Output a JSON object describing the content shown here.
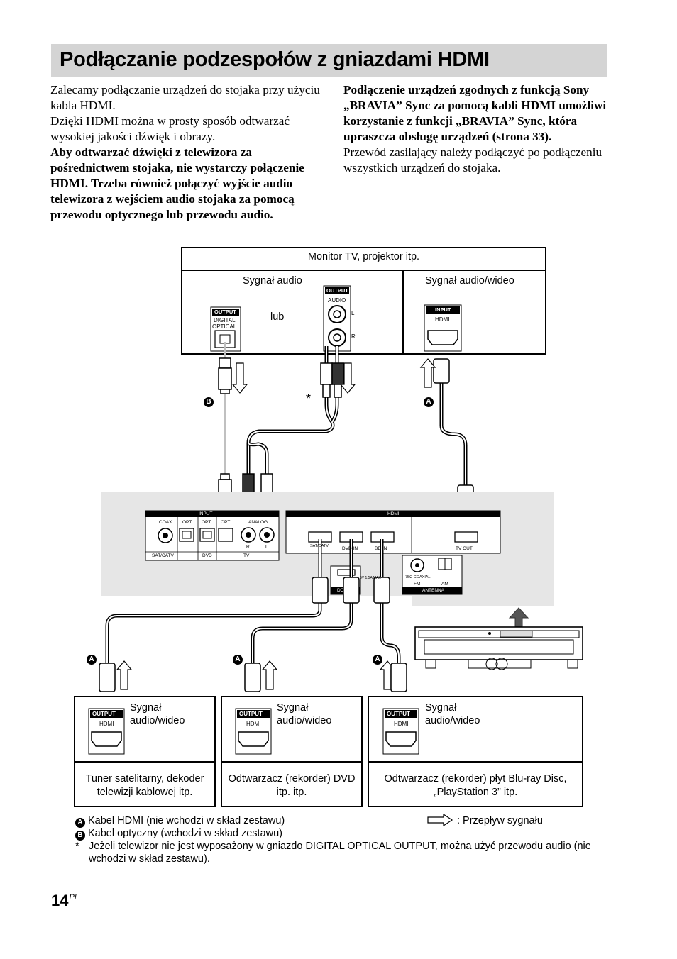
{
  "title": "Podłączanie podzespołów z gniazdami HDMI",
  "intro_left": {
    "p1": "Zalecamy podłączanie urządzeń do stojaka przy użyciu kabla HDMI.",
    "p2": "Dzięki HDMI można w prosty sposób odtwarzać wysokiej jakości dźwięk i obrazy.",
    "p3_bold": "Aby odtwarzać dźwięki z telewizora za pośrednictwem stojaka, nie wystarczy połączenie HDMI. Trzeba również połączyć wyjście audio telewizora z wejściem audio stojaka za pomocą przewodu optycznego lub przewodu audio."
  },
  "intro_right": {
    "p1_bold": "Podłączenie urządzeń zgodnych z funkcją Sony „BRAVIA” Sync za pomocą kabli HDMI umożliwi korzystanie z funkcji „BRAVIA” Sync, która upraszcza obsługę urządzeń (strona 33).",
    "p2": "Przewód zasilający należy podłączyć po podłączeniu wszystkich urządzeń do stojaka."
  },
  "tv_box": {
    "title": "Monitor TV, projektor itp.",
    "audio_label": "Sygnał audio",
    "av_label": "Sygnał audio/wideo",
    "or_label": "lub",
    "digital_output_tag": "OUTPUT",
    "digital_port_line1": "DIGITAL",
    "digital_port_line2": "OPTICAL",
    "audio_output_tag": "OUTPUT",
    "audio_port": "AUDIO",
    "audio_l": "L",
    "audio_r": "R",
    "hdmi_input_tag": "INPUT",
    "hdmi_port": "HDMI"
  },
  "markers": {
    "a": "A",
    "b": "B",
    "asterisk": "*"
  },
  "rack_panel": {
    "input_header": "INPUT",
    "coax": "COAX",
    "opt1": "OPT",
    "opt2": "OPT",
    "opt3": "OPT",
    "analog": "ANALOG",
    "r": "R",
    "l": "L",
    "sat_catv": "SAT/CATV",
    "dvd": "DVD",
    "tv": "TV",
    "hdmi_header": "HDMI",
    "hdmi_sat": "SAT/CATV",
    "hdmi_dvd": "DVD IN",
    "hdmi_bd": "BD IN",
    "hdmi_tvout": "TV OUT",
    "coaxial": "75Ω COAXIAL",
    "fm": "FM",
    "am": "AM",
    "antenna": "ANTENNA",
    "dc": "DC",
    "dc_max": "5V 1.5A MAX"
  },
  "devices": [
    {
      "tag": "OUTPUT",
      "port": "HDMI",
      "signal": "Sygnał\naudio/wideo",
      "name": "Tuner satelitarny, dekoder telewizji kablowej itp."
    },
    {
      "tag": "OUTPUT",
      "port": "HDMI",
      "signal": "Sygnał\naudio/wideo",
      "name": "Odtwarzacz (rekorder) DVD itp. itp."
    },
    {
      "tag": "OUTPUT",
      "port": "HDMI",
      "signal": "Sygnał\naudio/wideo",
      "name": "Odtwarzacz (rekorder) płyt Blu-ray Disc, „PlayStation 3” itp."
    }
  ],
  "legend": {
    "a_text": "Kabel HDMI (nie wchodzi w skład zestawu)",
    "b_text": "Kabel optyczny (wchodzi w skład zestawu)",
    "note": "Jeżeli telewizor nie jest wyposażony w gniazdo DIGITAL OPTICAL OUTPUT, można użyć przewodu audio (nie wchodzi w skład zestawu).",
    "flow": ": Przepływ sygnału"
  },
  "page": {
    "number": "14",
    "lang": "PL"
  }
}
